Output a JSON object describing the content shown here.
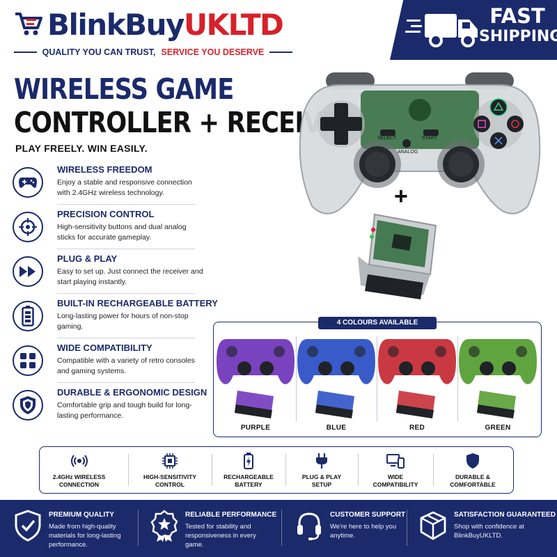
{
  "brand": {
    "name_part1": "BlinkBuy",
    "name_part2": "UKLTD"
  },
  "tagline": {
    "part1": "QUALITY YOU CAN TRUST,",
    "part2": "SERVICE YOU DESERVE"
  },
  "shipping_badge": {
    "line1": "FAST",
    "line2": "SHIPPING"
  },
  "title": {
    "line1": "WIRELESS GAME",
    "line2": "CONTROLLER + RECEIVER"
  },
  "subtitle": "PLAY FREELY. WIN EASILY.",
  "features": [
    {
      "icon": "gamepad-icon",
      "title": "WIRELESS FREEDOM",
      "description": "Enjoy a stable and responsive connection with 2.4GHz wireless technology."
    },
    {
      "icon": "crosshair-icon",
      "title": "PRECISION CONTROL",
      "description": "High-sensitivity buttons and dual analog sticks for accurate gameplay."
    },
    {
      "icon": "fast-forward-icon",
      "title": "PLUG & PLAY",
      "description": "Easy to set up.  Just connect the receiver and start playing instantly."
    },
    {
      "icon": "battery-icon",
      "title": "BUILT-IN RECHARGEABLE BATTERY",
      "description": "Long-lasting power for hours of non-stop gaming."
    },
    {
      "icon": "grid-icon",
      "title": "WIDE COMPATIBILITY",
      "description": "Compatible with a variety of retro consoles and gaming systems."
    },
    {
      "icon": "shield-icon",
      "title": "DURABLE & ERGONOMIC DESIGN",
      "description": "Comfortable grip and tough build for long-lasting performance."
    }
  ],
  "controller_labels": {
    "select": "SELECT",
    "start": "START",
    "analog": "ANALOG"
  },
  "plus_sign": "+",
  "colours": {
    "header": "4 COLOURS AVAILABLE",
    "options": [
      {
        "label": "PURPLE",
        "color": "#6a2db8"
      },
      {
        "label": "BLUE",
        "color": "#2349c4"
      },
      {
        "label": "RED",
        "color": "#c4232e"
      },
      {
        "label": "GREEN",
        "color": "#4f9a2a"
      }
    ]
  },
  "specs": [
    {
      "icon": "wireless-signal-icon",
      "line1": "2.4GHz WIRELESS",
      "line2": "CONNECTION"
    },
    {
      "icon": "chip-icon",
      "line1": "HIGH-SENSITIVITY",
      "line2": "CONTROL"
    },
    {
      "icon": "battery-charge-icon",
      "line1": "RECHARGEABLE",
      "line2": "BATTERY"
    },
    {
      "icon": "plug-icon",
      "line1": "PLUG & PLAY",
      "line2": "SETUP"
    },
    {
      "icon": "devices-icon",
      "line1": "WIDE",
      "line2": "COMPATIBILITY"
    },
    {
      "icon": "shield-icon",
      "line1": "DURABLE &",
      "line2": "COMFORTABLE"
    }
  ],
  "footer": [
    {
      "icon": "shield-check-icon",
      "title": "PREMIUM QUALITY",
      "body": "Made from high-quality materials for long-lasting performance."
    },
    {
      "icon": "award-star-icon",
      "title": "RELIABLE PERFORMANCE",
      "body": "Tested for stability and responsiveness in every game."
    },
    {
      "icon": "headset-icon",
      "title": "CUSTOMER SUPPORT",
      "body": "We're here to help you anytime."
    },
    {
      "icon": "box-icon",
      "title": "SATISFACTION GUARANTEED",
      "body": "Shop with confidence at BlinkBuyUKLTD."
    }
  ]
}
